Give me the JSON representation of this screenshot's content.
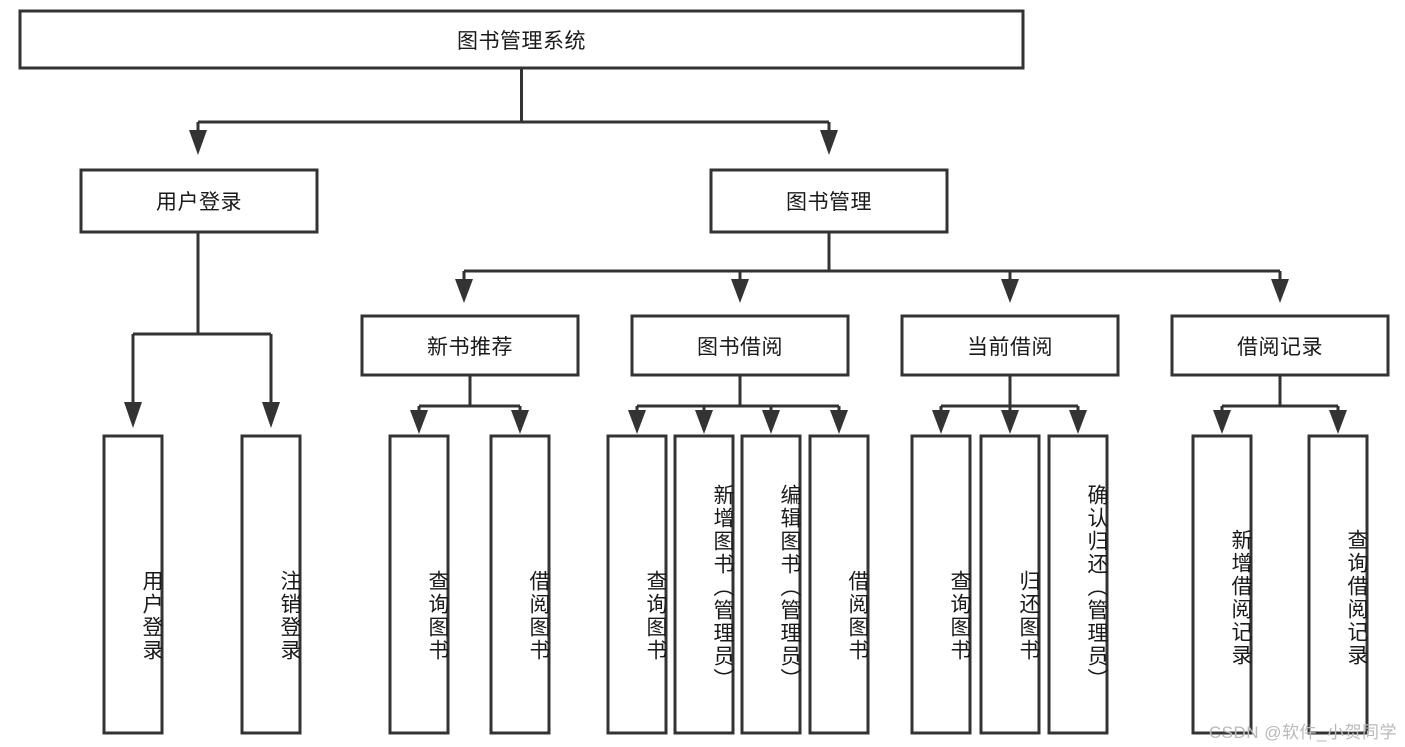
{
  "diagram": {
    "title": "图书管理系统",
    "type": "tree-hierarchy-diagram",
    "colors": {
      "stroke": "#333333",
      "fill": "#ffffff",
      "text": "#1a1a1a",
      "watermark": "#b9b9b9"
    },
    "nodes": {
      "root": {
        "label": "图书管理系统",
        "orientation": "horizontal"
      },
      "level2": [
        {
          "id": "user-login",
          "label": "用户登录",
          "orientation": "horizontal"
        },
        {
          "id": "book-manage",
          "label": "图书管理",
          "orientation": "horizontal"
        }
      ],
      "level3": [
        {
          "id": "new-book-recommend",
          "label": "新书推荐",
          "orientation": "horizontal"
        },
        {
          "id": "book-borrow",
          "label": "图书借阅",
          "orientation": "horizontal"
        },
        {
          "id": "current-borrow",
          "label": "当前借阅",
          "orientation": "horizontal"
        },
        {
          "id": "borrow-record",
          "label": "借阅记录",
          "orientation": "horizontal"
        }
      ],
      "leaves": [
        {
          "id": "leaf-user-login",
          "label": "用户登录",
          "parent": "user-login",
          "orientation": "vertical"
        },
        {
          "id": "leaf-user-logout",
          "label": "注销登录",
          "parent": "user-login",
          "orientation": "vertical"
        },
        {
          "id": "leaf-query-book-1",
          "label": "查询图书",
          "parent": "new-book-recommend",
          "orientation": "vertical"
        },
        {
          "id": "leaf-borrow-book-1",
          "label": "借阅图书",
          "parent": "new-book-recommend",
          "orientation": "vertical"
        },
        {
          "id": "leaf-query-book-2",
          "label": "查询图书",
          "parent": "book-borrow",
          "orientation": "vertical"
        },
        {
          "id": "leaf-add-book",
          "label": "新增图书（管理员）",
          "parent": "book-borrow",
          "orientation": "vertical"
        },
        {
          "id": "leaf-edit-book",
          "label": "编辑图书（管理员）",
          "parent": "book-borrow",
          "orientation": "vertical"
        },
        {
          "id": "leaf-borrow-book-2",
          "label": "借阅图书",
          "parent": "book-borrow",
          "orientation": "vertical"
        },
        {
          "id": "leaf-query-book-3",
          "label": "查询图书",
          "parent": "current-borrow",
          "orientation": "vertical"
        },
        {
          "id": "leaf-return-book",
          "label": "归还图书",
          "parent": "current-borrow",
          "orientation": "vertical"
        },
        {
          "id": "leaf-confirm-return",
          "label": "确认归还（管理员）",
          "parent": "current-borrow",
          "orientation": "vertical"
        },
        {
          "id": "leaf-add-record",
          "label": "新增借阅记录",
          "parent": "borrow-record",
          "orientation": "vertical"
        },
        {
          "id": "leaf-query-record",
          "label": "查询借阅记录",
          "parent": "borrow-record",
          "orientation": "vertical"
        }
      ]
    }
  },
  "watermark": {
    "text": "CSDN @软件_小贺同学"
  }
}
